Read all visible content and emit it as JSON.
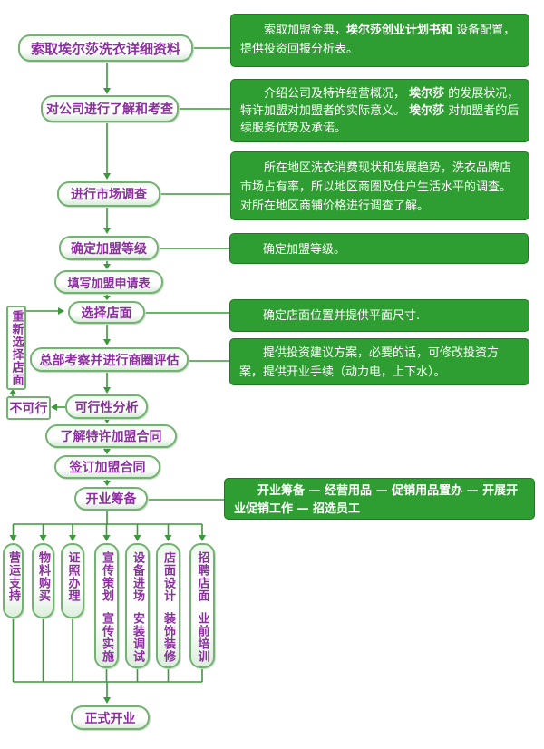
{
  "palette": {
    "box_green": "#2f9e32",
    "box_green_border": "#1d7a20",
    "node_border_green": "#74b274",
    "connector_green": "#3a9a3a",
    "node_text_purple": "#8b2f9f",
    "background": "#ffffff"
  },
  "nodes": {
    "request_info": "索取埃尔莎洗衣详细资料",
    "understand_company": "对公司进行了解和考查",
    "market_survey": "进行市场调查",
    "determine_level": "确定加盟等级",
    "fill_application": "填写加盟申请表",
    "choose_store": "选择店面",
    "hq_evaluation": "总部考察并进行商圈评估",
    "feasibility": "可行性分析",
    "understand_contract": "了解特许加盟合同",
    "sign_contract": "签订加盟合同",
    "opening_prep": "开业筹备",
    "grand_opening": "正式开业",
    "reselect_store": "重新选择店面",
    "not_feasible": "不可行"
  },
  "descriptions": {
    "d1": {
      "segments": [
        {
          "t": "索取加盟金典，"
        },
        {
          "t": "埃尔莎创业计划书和",
          "b": true
        },
        {
          "t": " 设备配置，提供投资回报分析表。"
        }
      ]
    },
    "d2": {
      "segments": [
        {
          "t": "介绍公司及特许经营概况， "
        },
        {
          "t": "埃尔莎",
          "b": true
        },
        {
          "t": " 的发展状况，特许加盟对加盟者的实际意义。 "
        },
        {
          "t": "埃尔莎",
          "b": true
        },
        {
          "t": " 对加盟者的后续服务优势及承诺。"
        }
      ]
    },
    "d3": {
      "segments": [
        {
          "t": "所在地区洗衣消费现状和发展趋势，洗衣品牌店市场占有率，所以地区商圈及住户生活水平的调查。对所在地区商铺价格进行调查了解。"
        }
      ]
    },
    "d4": {
      "segments": [
        {
          "t": "确定加盟等级。"
        }
      ]
    },
    "d5": {
      "segments": [
        {
          "t": "确定店面位置并提供平面尺寸."
        }
      ]
    },
    "d6": {
      "segments": [
        {
          "t": "提供投资建议方案，必要的话，可修改投资方案，提供开业手续（动力电，上下水）。"
        }
      ]
    },
    "d7": {
      "segments": [
        {
          "t": "开业筹备 — 经营用品 — 促销用品置办 — 开展开业促销工作 — 招选员工"
        }
      ]
    }
  },
  "bottom_tasks": [
    {
      "line1": "营运支持",
      "line2": ""
    },
    {
      "line1": "物料购买",
      "line2": ""
    },
    {
      "line1": "证照办理",
      "line2": ""
    },
    {
      "line1": "宣传策划",
      "line2": "宣传实施"
    },
    {
      "line1": "设备进场",
      "line2": "安装调试"
    },
    {
      "line1": "店面设计",
      "line2": "装饰装修"
    },
    {
      "line1": "招聘店面",
      "line2": "业前培训"
    }
  ]
}
